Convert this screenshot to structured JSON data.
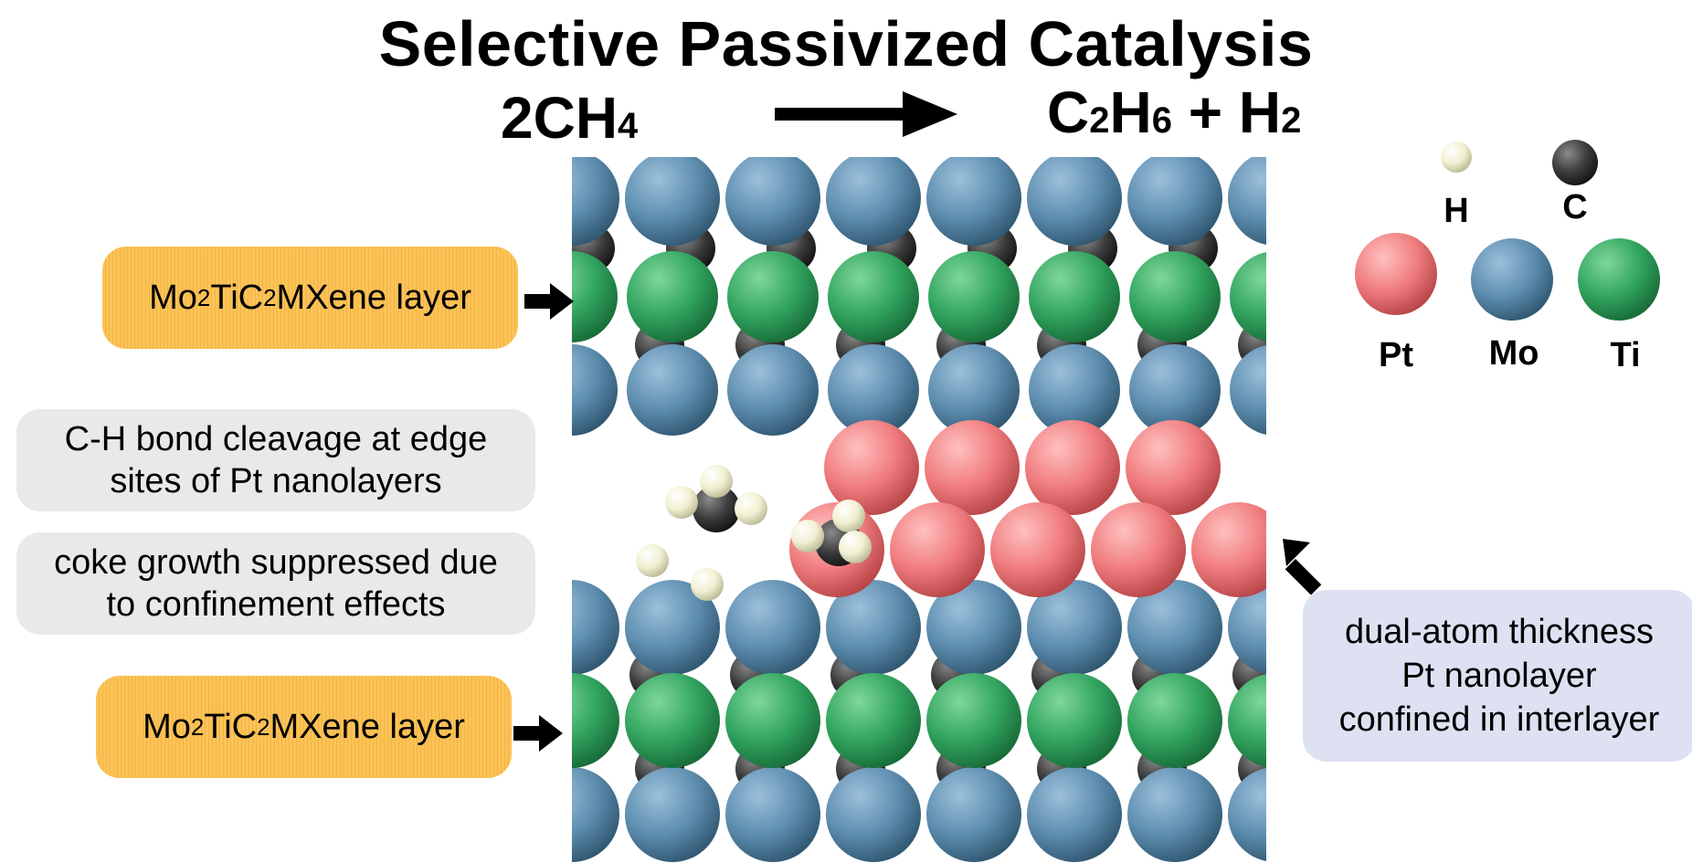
{
  "title": "Selective Passivized Catalysis",
  "equation": {
    "reactant": {
      "base": "2CH",
      "sub": "4"
    },
    "product_1": {
      "p1": "C",
      "s1": "2",
      "p2": "H",
      "s2": "6"
    },
    "plus": " + ",
    "product_2": {
      "base": "H",
      "sub": "2"
    }
  },
  "labels": {
    "mxene_layer_top": {
      "pre": "Mo",
      "s1": "2",
      "mid": "TiC",
      "s2": "2",
      "post": " MXene layer"
    },
    "mxene_layer_bottom": {
      "pre": "Mo",
      "s1": "2",
      "mid": "TiC",
      "s2": "2",
      "post": " MXene layer"
    },
    "ch_cleavage_line1": "C-H bond cleavage at edge",
    "ch_cleavage_line2": "sites of Pt nanolayers",
    "coke_line1": "coke growth suppressed due",
    "coke_line2": "to confinement effects",
    "pt_layer_line1": "dual-atom thickness",
    "pt_layer_line2": "Pt nanolayer",
    "pt_layer_line3": "confined in interlayer"
  },
  "legend": [
    {
      "symbol": "H",
      "color": "#f1f0d2",
      "icon": "hydrogen-atom-icon"
    },
    {
      "symbol": "C",
      "color": "#3c3c3c",
      "icon": "carbon-atom-icon"
    },
    {
      "symbol": "Pt",
      "color": "#f07c7e",
      "icon": "platinum-atom-icon"
    },
    {
      "symbol": "Mo",
      "color": "#5e8eb0",
      "icon": "molybdenum-atom-icon"
    },
    {
      "symbol": "Ti",
      "color": "#32a560",
      "icon": "titanium-atom-icon"
    }
  ],
  "colors": {
    "orange_box": "#fbc357",
    "gray_box": "#e9e9e9",
    "blue_box": "#dde1f2"
  }
}
